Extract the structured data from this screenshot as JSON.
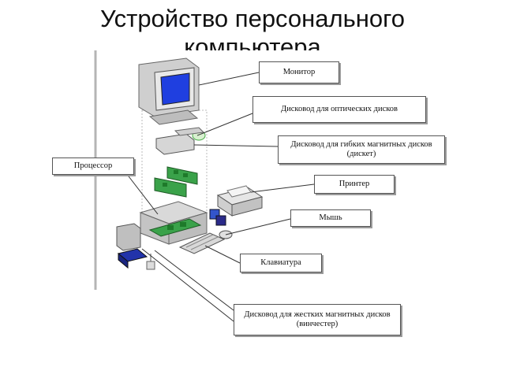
{
  "title_line1": "Устройство персонального",
  "title_line2": "компьютера",
  "labels": {
    "monitor": "Монитор",
    "optical_drive": "Дисковод для  оптических дисков",
    "floppy_drive": "Дисковод для  гибких магнитных дисков (дискет)",
    "processor": "Процессор",
    "printer": "Принтер",
    "mouse": "Мышь",
    "keyboard": "Клавиатура",
    "hard_drive": "Дисковод для  жестких магнитных дисков (винчестер)"
  },
  "colors": {
    "screen": "#1f3fe0",
    "board": "#3aa24a",
    "chip": "#1e7a2a",
    "case": "#d9d9d9",
    "scanner": "#2233aa"
  }
}
